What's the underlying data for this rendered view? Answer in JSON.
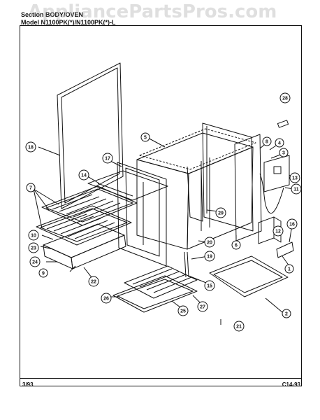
{
  "header": {
    "watermark": "AppliancePartsPros.com",
    "section_line": "Section BODY/OVEN",
    "model_line": "Model N1100PK(*)/N1100PK(*)-L"
  },
  "footer": {
    "left": "3/93",
    "right": "C14-93"
  },
  "callouts": [
    "1",
    "2",
    "3",
    "4",
    "5",
    "6",
    "7",
    "8",
    "9",
    "10",
    "11",
    "12",
    "13",
    "14",
    "15",
    "16",
    "17",
    "18",
    "19",
    "20",
    "21",
    "22",
    "23",
    "24",
    "25",
    "26",
    "27",
    "28",
    "29"
  ]
}
